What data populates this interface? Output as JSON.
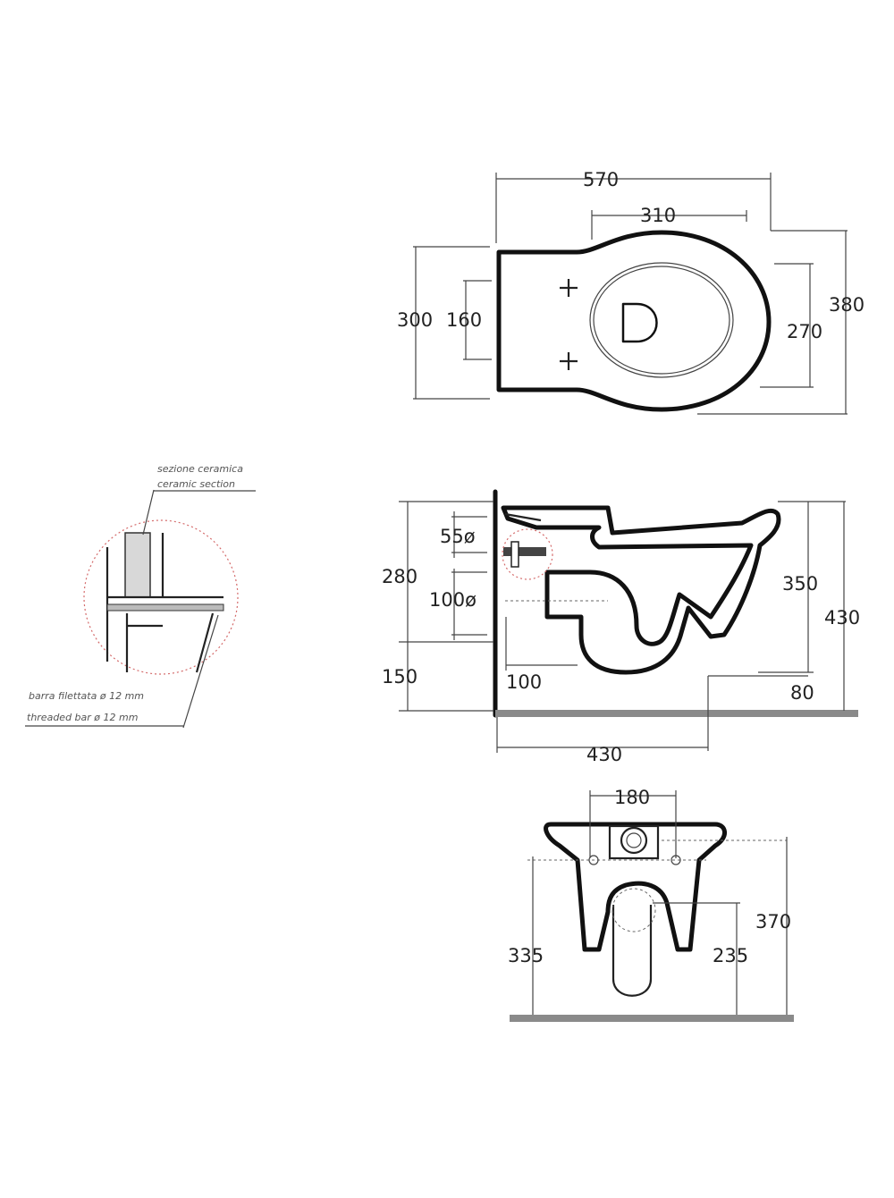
{
  "top_view": {
    "width_total": "570",
    "seat_fixing": "310",
    "depth_left": "300",
    "fixing_spacing": "160",
    "bowl_width": "270",
    "depth_right": "380"
  },
  "side_view": {
    "height_280": "280",
    "inlet": "55ø",
    "outlet": "100ø",
    "floor_height": "150",
    "outlet_offset": "100",
    "rim_height": "350",
    "total_height": "430",
    "base_height": "80",
    "projection": "430"
  },
  "front_view": {
    "fixing_spacing": "180",
    "fixing_height": "335",
    "outlet_height": "235",
    "total_height": "370"
  },
  "detail": {
    "section_it": "sezione ceramica",
    "section_en": "ceramic section",
    "bar_it": "barra filettata ø 12 mm",
    "bar_en": "threaded bar ø 12 mm"
  }
}
